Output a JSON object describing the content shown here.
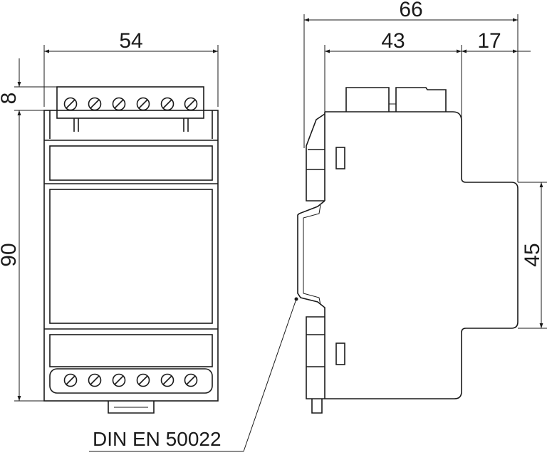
{
  "dimensions": {
    "front_width": "54",
    "terminal_height": "8",
    "body_height": "90",
    "total_depth": "66",
    "body_depth": "43",
    "front_protrusion": "17",
    "front_height": "45"
  },
  "labels": {
    "rail_standard": "DIN EN 50022"
  }
}
